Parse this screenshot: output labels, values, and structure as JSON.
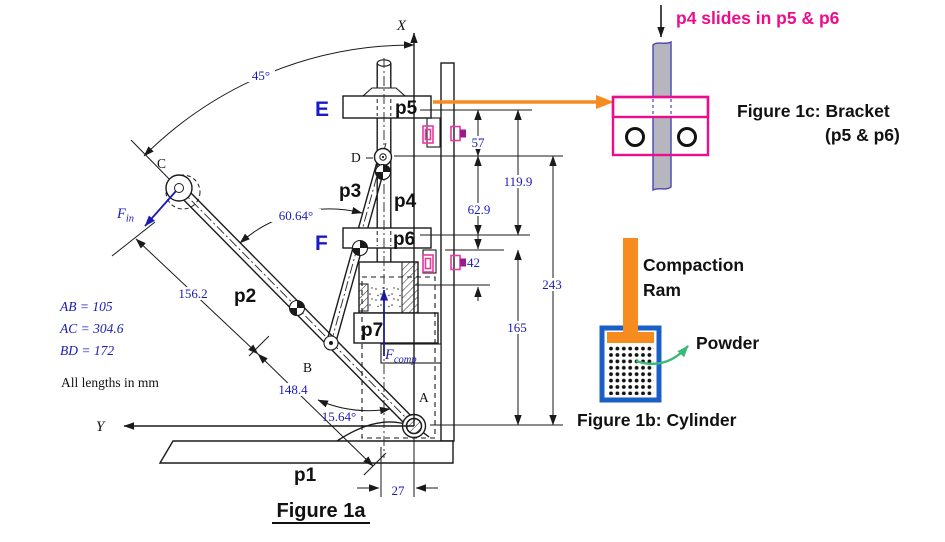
{
  "colors": {
    "annotation_blue": "#1A1AB8",
    "label_blue": "#1A1AC8",
    "magenta": "#EB0D8C",
    "orange": "#F68B1F",
    "cylinder_blue": "#1B5FC6",
    "powder_green": "#3CB878",
    "rod_gray": "#B6B6BE",
    "rod_edge_blue": "#4845B5",
    "line_black": "#1A1A1A"
  },
  "figure1a": {
    "caption": "Figure 1a",
    "axes": {
      "x": "X",
      "y": "Y"
    },
    "points": {
      "a": "A",
      "b": "B",
      "c": "C",
      "d": "D",
      "e": "E",
      "f": "F"
    },
    "parts": {
      "p1": "p1",
      "p2": "p2",
      "p3": "p3",
      "p4": "p4",
      "p5": "p5",
      "p6": "p6",
      "p7": "p7"
    },
    "angles": {
      "lever": "45°",
      "coupler": "60.64°",
      "base": "15.64°"
    },
    "dims": {
      "d57": "57",
      "d1199": "119.9",
      "d629": "62.9",
      "d42": "42",
      "d243": "243",
      "d165": "165",
      "d1562": "156.2",
      "d1484": "148.4",
      "d27": "27"
    },
    "notes": {
      "ab": "AB = 105",
      "ac": "AC = 304.6",
      "bd": "BD = 172",
      "units": "All lengths in mm"
    },
    "forces": {
      "fin": "F",
      "fin_sub": "in",
      "fcomp": "F",
      "fcomp_sub": "comp"
    }
  },
  "callout": {
    "note": "p4 slides in p5 & p6"
  },
  "figure1c": {
    "caption": "Figure 1c: Bracket",
    "caption2": "(p5 & p6)"
  },
  "figure1b": {
    "caption": "Figure 1b: Cylinder",
    "ram1": "Compaction",
    "ram2": "Ram",
    "powder": "Powder"
  }
}
